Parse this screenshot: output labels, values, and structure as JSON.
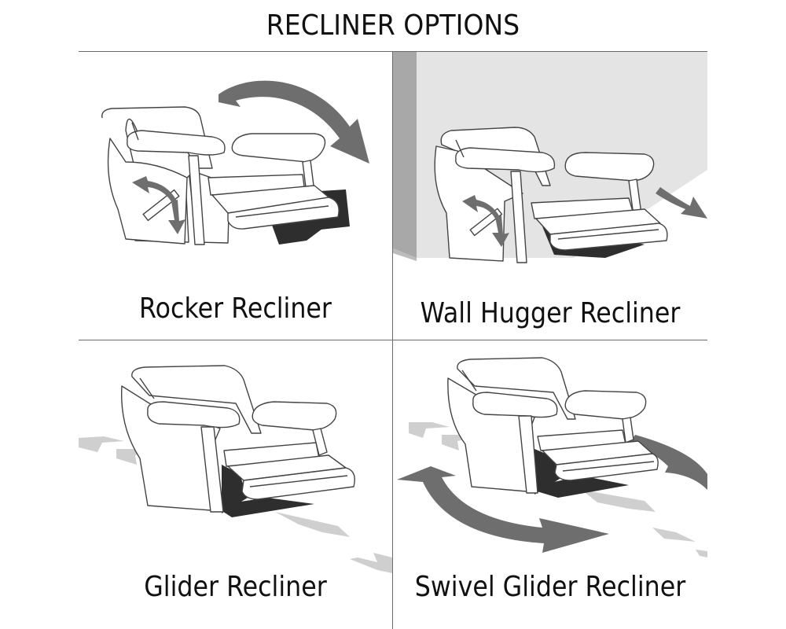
{
  "title": "RECLINER OPTIONS",
  "panels": [
    {
      "id": "rocker",
      "label": "Rocker Recliner",
      "motion": "rocking"
    },
    {
      "id": "wall-hugger",
      "label": "Wall Hugger Recliner",
      "motion": "slide-forward-from-wall"
    },
    {
      "id": "glider",
      "label": "Glider Recliner",
      "motion": "glide-back-and-forth"
    },
    {
      "id": "swivel-glider",
      "label": "Swivel Glider Recliner",
      "motion": "swivel-and-glide"
    }
  ],
  "colors": {
    "line": "#6a6a6a",
    "wall": "#e4e4e4",
    "wall_edge": "#a8a8a8",
    "arrow_dark": "#6e6e6e",
    "arrow_light": "#cfcfcf",
    "shadow": "#2e2e2e",
    "outline": "#444444"
  }
}
